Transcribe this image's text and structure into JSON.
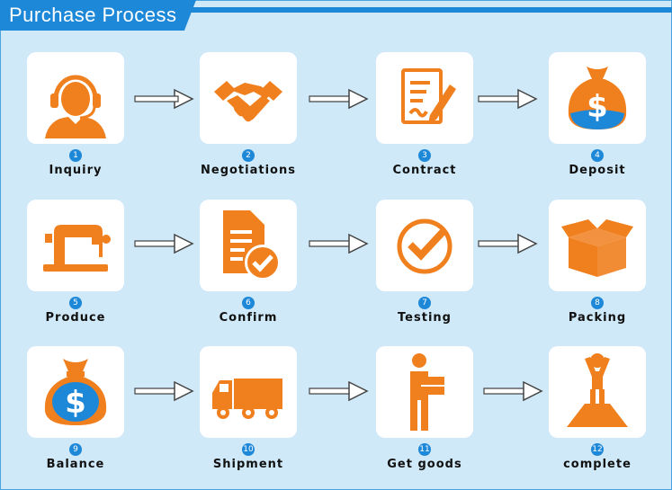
{
  "header": {
    "title": "Purchase Process"
  },
  "colors": {
    "accent": "#1e88d8",
    "icon": "#f07f1e",
    "background": "#cfe9f8",
    "card": "#ffffff"
  },
  "steps": [
    {
      "number": "1",
      "label": "Inquiry",
      "icon": "headset-agent-icon"
    },
    {
      "number": "2",
      "label": "Negotiations",
      "icon": "handshake-icon"
    },
    {
      "number": "3",
      "label": "Contract",
      "icon": "contract-pen-icon"
    },
    {
      "number": "4",
      "label": "Deposit",
      "icon": "money-bag-icon"
    },
    {
      "number": "5",
      "label": "Produce",
      "icon": "sewing-machine-icon"
    },
    {
      "number": "6",
      "label": "Confirm",
      "icon": "document-check-icon"
    },
    {
      "number": "7",
      "label": "Testing",
      "icon": "check-circle-icon"
    },
    {
      "number": "8",
      "label": "Packing",
      "icon": "open-box-icon"
    },
    {
      "number": "9",
      "label": "Balance",
      "icon": "money-bag-blue-icon"
    },
    {
      "number": "10",
      "label": "Shipment",
      "icon": "truck-icon"
    },
    {
      "number": "11",
      "label": "Get goods",
      "icon": "person-carrying-box-icon"
    },
    {
      "number": "12",
      "label": "complete",
      "icon": "person-on-podium-icon"
    }
  ]
}
